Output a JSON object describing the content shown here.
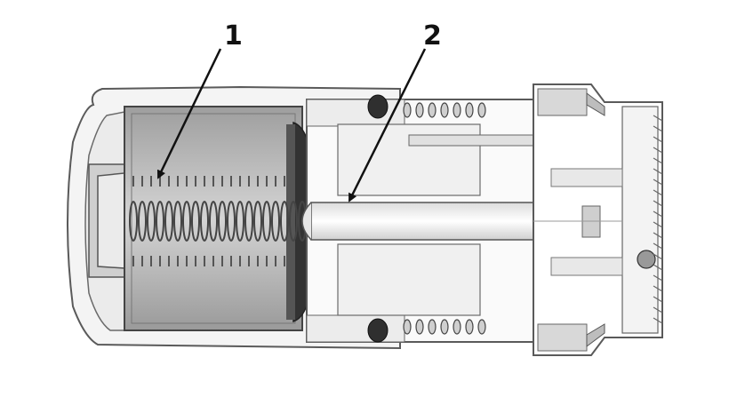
{
  "callouts": [
    {
      "id": "1",
      "label": "1"
    },
    {
      "id": "2",
      "label": "2"
    }
  ],
  "colors": {
    "outline": "#5a5a5a",
    "light_fill": "#f2f2f2",
    "mid_fill": "#bdbdbd",
    "dark_fill": "#3a3a3a",
    "spring": "#444444",
    "leader": "#111111"
  }
}
